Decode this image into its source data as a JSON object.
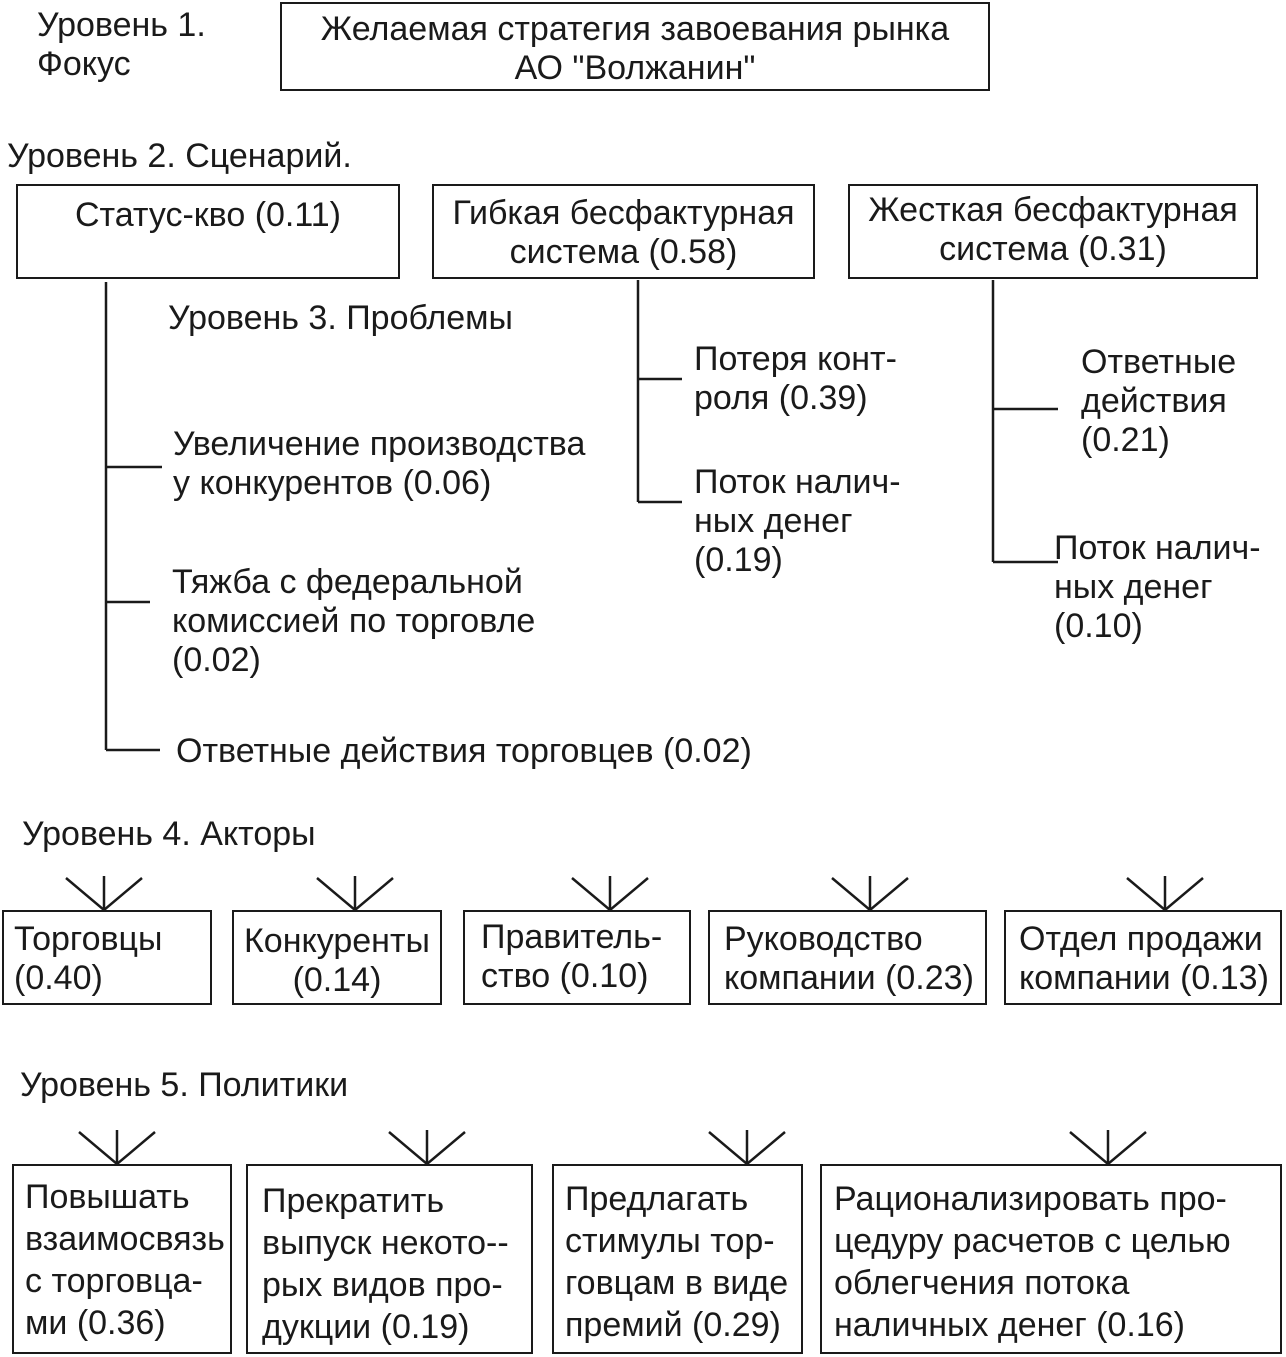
{
  "level1": {
    "label": "Уровень 1.\nФокус",
    "goal": "Желаемая стратегия завоевания рынка\nАО \"Волжанин\""
  },
  "level2": {
    "label": "Уровень 2. Сценарий.",
    "scenarios": [
      {
        "text": "Статус-кво (0.11)"
      },
      {
        "text": "Гибкая бесфактурная\nсистема (0.58)"
      },
      {
        "text": "Жесткая бесфактурная\nсистема (0.31)"
      }
    ]
  },
  "level3": {
    "label": "Уровень 3. Проблемы",
    "status_quo": [
      {
        "text": "Увеличение производства\nу конкурентов (0.06)"
      },
      {
        "text": "Тяжба с федеральной\nкомиссией по торговле\n(0.02)"
      },
      {
        "text": "Ответные действия торговцев (0.02)"
      }
    ],
    "flexible": [
      {
        "text": "Потеря конт-\nроля (0.39)"
      },
      {
        "text": "Поток налич-\nных денег\n(0.19)"
      }
    ],
    "rigid": [
      {
        "text": "Ответные\nдействия\n(0.21)"
      },
      {
        "text": "Поток налич-\nных денег\n(0.10)"
      }
    ]
  },
  "level4": {
    "label": "Уровень 4. Акторы",
    "actors": [
      {
        "text": "Торговцы\n(0.40)"
      },
      {
        "text": "Конкуренты\n(0.14)"
      },
      {
        "text": "Правитель-\nство (0.10)"
      },
      {
        "text": "Руководство\nкомпании (0.23)"
      },
      {
        "text": "Отдел продажи\nкомпании (0.13)"
      }
    ]
  },
  "level5": {
    "label": "Уровень 5. Политики",
    "policies": [
      {
        "text": "Повышать\nвзаимосвязь\nс торговца-\nми (0.36)"
      },
      {
        "text": "Прекратить\nвыпуск некото--\nрых видов про-\nдукции (0.19)"
      },
      {
        "text": "Предлагать\nстимулы тор-\nговцам в виде\nпремий (0.29)"
      },
      {
        "text": "Рационализировать про-\nцедуру расчетов с целью\nоблегчения потока\nналичных денег (0.16)"
      }
    ]
  }
}
